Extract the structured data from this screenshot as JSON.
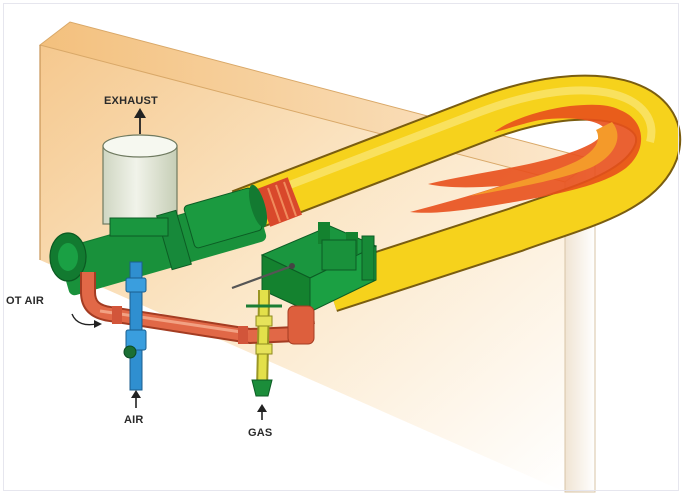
{
  "labels": {
    "exhaust": "EXHAUST",
    "hot_air": "OT AIR",
    "air": "AIR",
    "gas": "GAS"
  },
  "colors": {
    "wall_top": "#f7d7a4",
    "wall_side": "#f3c787",
    "tube_yellow": "#f6d21c",
    "flame_orange": "#e8501c",
    "burner_green": "#19913b",
    "exhaust_gray": "#e2e6d8",
    "hot_air_pipe": "#e16847",
    "air_pipe": "#2f8fd0",
    "gas_pipe": "#e3e04a"
  }
}
